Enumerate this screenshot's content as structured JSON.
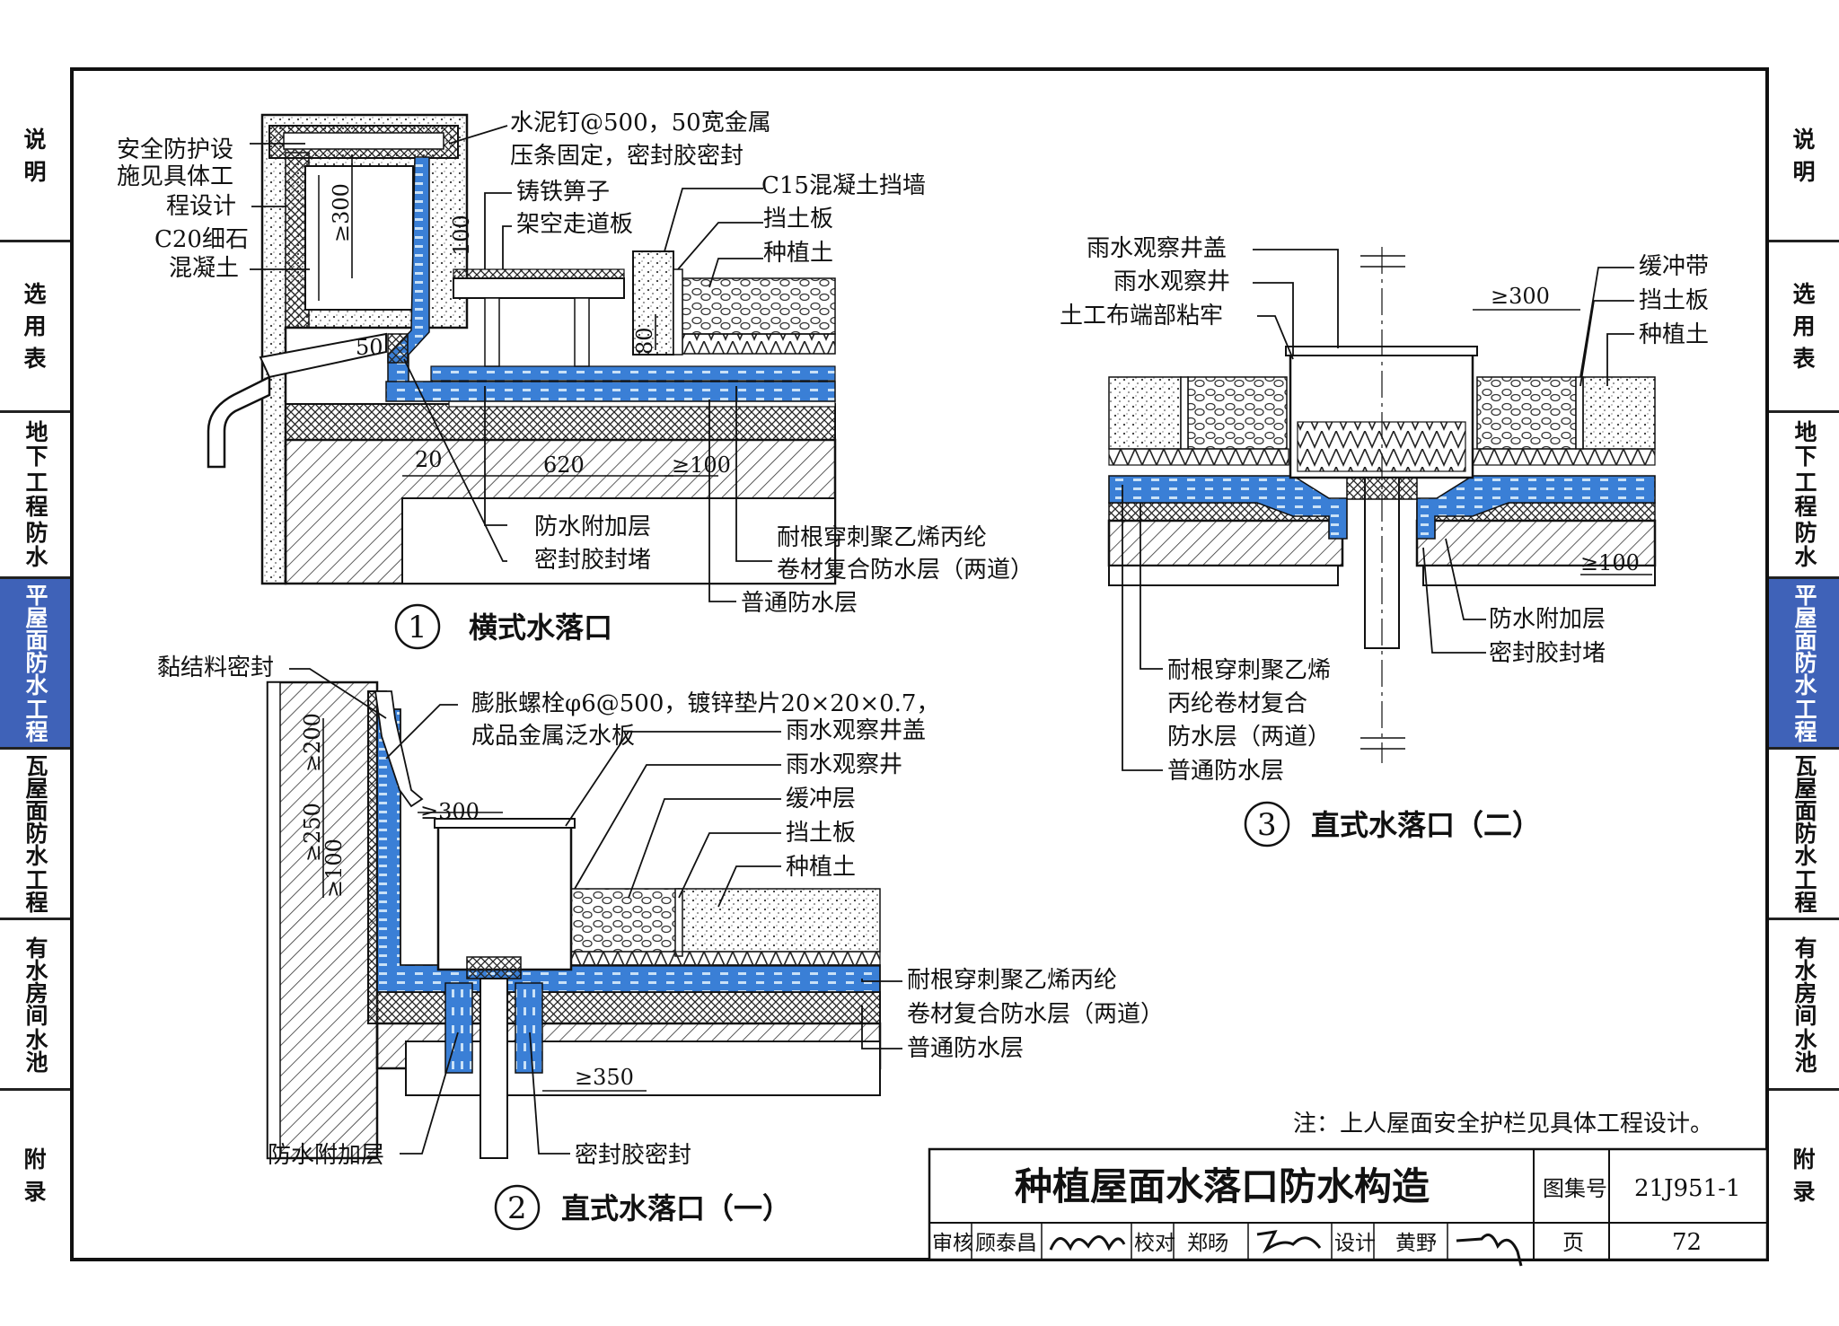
{
  "side_tabs": [
    {
      "label": "说明",
      "lines": [
        "说",
        "明"
      ]
    },
    {
      "label": "选用表",
      "lines": [
        "选",
        "用",
        "表"
      ]
    },
    {
      "label": "地下工程防水",
      "lines": [
        "地下",
        "工程",
        "防水"
      ]
    },
    {
      "label": "平屋面防水工程",
      "lines": [
        "平屋面防水",
        "工程"
      ],
      "active": true
    },
    {
      "label": "瓦屋面防水工程",
      "lines": [
        "瓦屋面防水",
        "工程"
      ]
    },
    {
      "label": "有水房间水池",
      "lines": [
        "有水房间",
        "水池"
      ]
    },
    {
      "label": "附录",
      "lines": [
        "附",
        "录"
      ]
    }
  ],
  "detail1": {
    "number": "1",
    "title": "横式水落口",
    "labels": {
      "safety": [
        "安全防护设",
        "施见具体工",
        "程设计"
      ],
      "concrete": [
        "C20细石",
        "混凝土"
      ],
      "nail": [
        "水泥钉@500，50宽金属",
        "压条固定，密封胶密封"
      ],
      "grate": "铸铁箅子",
      "walkway": "架空走道板",
      "c15": "C15混凝土挡墙",
      "soil_plate": "挡土板",
      "soil": "种植土",
      "additional": "防水附加层",
      "sealant": "密封胶封堵",
      "membrane": [
        "耐根穿刺聚乙烯丙纶",
        "卷材复合防水层（两道）"
      ],
      "common": "普通防水层"
    },
    "dims": {
      "h300": "≥300",
      "h100": "100",
      "d50": "50",
      "d80": "80",
      "d20": "20",
      "d620": "620",
      "d100": "≥100"
    }
  },
  "detail2": {
    "number": "2",
    "title": "直式水落口（一）",
    "labels": {
      "adhesive": "黏结料密封",
      "bolt": [
        "膨胀螺栓φ6@500，镀锌垫片20×20×0.7，",
        "成品金属泛水板"
      ],
      "cover": "雨水观察井盖",
      "well": "雨水观察井",
      "buffer": "缓冲层",
      "soil_plate": "挡土板",
      "soil": "种植土",
      "membrane": [
        "耐根穿刺聚乙烯丙纶",
        "卷材复合防水层（两道）"
      ],
      "common": "普通防水层",
      "additional": "防水附加层",
      "sealant": "密封胶密封"
    },
    "dims": {
      "h200": "≥200",
      "h250": "≥250",
      "h100": "≥100",
      "d300": "≥300",
      "d350": "≥350"
    }
  },
  "detail3": {
    "number": "3",
    "title": "直式水落口（二）",
    "labels": {
      "cover": "雨水观察井盖",
      "well": "雨水观察井",
      "geotextile": "土工布端部粘牢",
      "buffer": "缓冲带",
      "soil_plate": "挡土板",
      "soil": "种植土",
      "additional": "防水附加层",
      "sealant": "密封胶封堵",
      "membrane": [
        "耐根穿刺聚乙烯",
        "丙纶卷材复合",
        "防水层（两道）"
      ],
      "common": "普通防水层"
    },
    "dims": {
      "d300": "≥300",
      "d100": "≥100"
    }
  },
  "note": "注：上人屋面安全护栏见具体工程设计。",
  "title_block": {
    "title": "种植屋面水落口防水构造",
    "atlas_label": "图集号",
    "atlas_no": "21J951-1",
    "page_label": "页",
    "page_no": "72",
    "review_label": "审核",
    "review_name": "顾泰昌",
    "check_label": "校对",
    "check_name": "郑旸",
    "design_label": "设计",
    "design_name": "黄野"
  },
  "colors": {
    "membrane": "#3a7fd6",
    "membrane_light": "#9cc6ef",
    "active_tab": "#3f62b8",
    "line": "#1a1a1a"
  }
}
